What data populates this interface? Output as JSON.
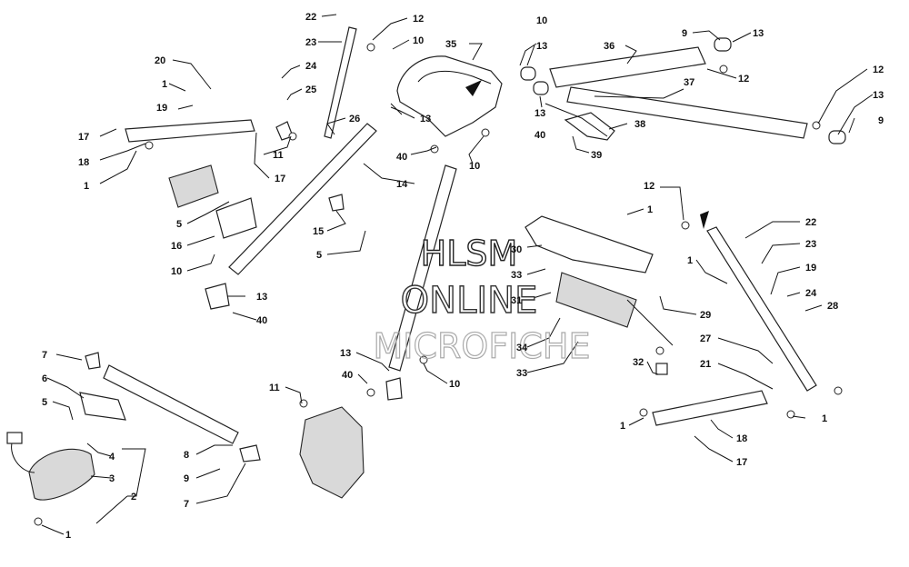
{
  "watermark": {
    "line1": "HLSM",
    "line2": "ONLINE",
    "line3": "MICROFICHE"
  },
  "callouts": {
    "c22a": "22",
    "c12a": "12",
    "c23a": "23",
    "c10a": "10",
    "c10b": "10",
    "c35": "35",
    "c13a": "13",
    "c36": "36",
    "c9a": "9",
    "c13b": "13",
    "c20": "20",
    "c24a": "24",
    "c1a": "1",
    "c25": "25",
    "c12b": "12",
    "c19a": "19",
    "c37": "37",
    "c12c": "12",
    "c13c": "13",
    "c13d": "13",
    "c26": "26",
    "c13e": "13",
    "c38": "38",
    "c9b": "9",
    "c17a": "17",
    "c40a": "40",
    "c18a": "18",
    "c11a": "11",
    "c10c": "10",
    "c39": "39",
    "c1b": "1",
    "c17b": "17",
    "c14": "14",
    "c12d": "12",
    "c1c": "1",
    "c22b": "22",
    "c5a": "5",
    "c15": "15",
    "c16": "16",
    "c23b": "23",
    "c30": "30",
    "c1d": "1",
    "c19b": "19",
    "c5b": "5",
    "c33a": "33",
    "c10d": "10",
    "c24b": "24",
    "c13f": "13",
    "c31": "31",
    "c28": "28",
    "c40b": "40",
    "c29": "29",
    "c27": "27",
    "c34": "34",
    "c32": "32",
    "c21": "21",
    "c7a": "7",
    "c13g": "13",
    "c33b": "33",
    "c6": "6",
    "c40c": "40",
    "c10e": "10",
    "c11b": "11",
    "c5c": "5",
    "c1e": "1",
    "c1f": "1",
    "c18b": "18",
    "c4": "4",
    "c8": "8",
    "c17c": "17",
    "c3": "3",
    "c2": "2",
    "c9c": "9",
    "c7b": "7",
    "c1g": "1"
  }
}
